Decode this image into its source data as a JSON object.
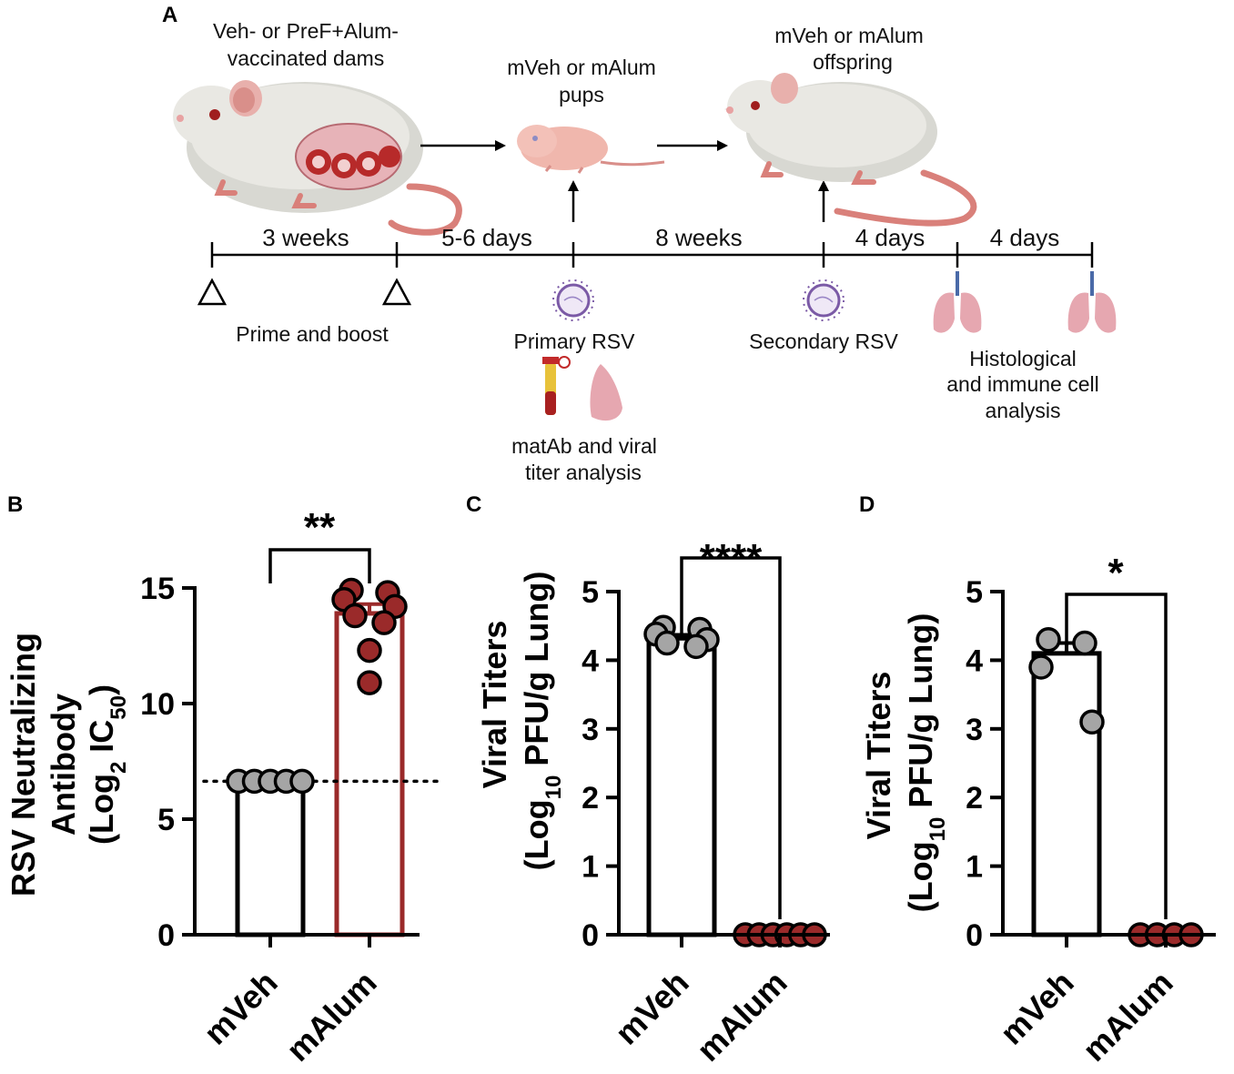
{
  "panel_labels": [
    "A",
    "B",
    "C",
    "D"
  ],
  "schematic": {
    "dams_label": [
      "Veh- or PreF+Alum-",
      "vaccinated dams"
    ],
    "pups_label": [
      "mVeh or mAlum",
      "pups"
    ],
    "offspring_label": [
      "mVeh or mAlum",
      "offspring"
    ],
    "intervals": [
      "3 weeks",
      "5-6 days",
      "8 weeks",
      "4 days",
      "4 days"
    ],
    "prime_boost": "Prime and boost",
    "primary_rsv": "Primary RSV",
    "secondary_rsv": "Secondary RSV",
    "histo": [
      "Histological",
      "and immune cell",
      "analysis"
    ],
    "matab": [
      "matAb and viral",
      "titer analysis"
    ],
    "icons": [
      "mouse-dam-icon",
      "pup-icon",
      "offspring-mouse-icon",
      "virus-icon",
      "lung-icon",
      "blood-tube-icon",
      "lung-lobe-icon",
      "triangle-marker-icon"
    ]
  },
  "colors": {
    "veh": "#a5a5a5",
    "alum": "#9a2a2a",
    "black": "#000000"
  },
  "chart_data": [
    {
      "type": "bar",
      "ylabel": [
        "RSV Neutralizing",
        "Antibody",
        "(Log",
        "2",
        " IC",
        "50",
        ")"
      ],
      "categories": [
        "mVeh",
        "mAlum"
      ],
      "values": [
        6.64,
        13.9
      ],
      "errors": [
        0,
        0.4
      ],
      "points": [
        [
          6.64,
          6.64,
          6.64,
          6.64,
          6.64
        ],
        [
          14.9,
          14.8,
          14.5,
          14.2,
          13.8,
          13.5,
          12.3,
          10.9
        ]
      ],
      "ylim": [
        0,
        15
      ],
      "yticks": [
        0,
        5,
        10,
        15
      ],
      "reference_line": 6.64,
      "significance": "**"
    },
    {
      "type": "bar",
      "ylabel": [
        "Viral Titers",
        "(Log",
        "10",
        " PFU/g Lung)"
      ],
      "categories": [
        "mVeh",
        "mAlum"
      ],
      "values": [
        4.32,
        0
      ],
      "errors": [
        0.05,
        0
      ],
      "points": [
        [
          4.48,
          4.45,
          4.38,
          4.3,
          4.25,
          4.2
        ],
        [
          0,
          0,
          0,
          0,
          0,
          0
        ]
      ],
      "ylim": [
        0,
        5
      ],
      "yticks": [
        0,
        1,
        2,
        3,
        4,
        5
      ],
      "significance": "****"
    },
    {
      "type": "bar",
      "ylabel": [
        "Viral Titers",
        "(Log",
        "10",
        " PFU/g Lung)"
      ],
      "categories": [
        "mVeh",
        "mAlum"
      ],
      "values": [
        4.1,
        0
      ],
      "errors": [
        0.15,
        0
      ],
      "points": [
        [
          4.3,
          4.25,
          3.9,
          3.1
        ],
        [
          0,
          0,
          0,
          0
        ]
      ],
      "ylim": [
        0,
        5
      ],
      "yticks": [
        0,
        1,
        2,
        3,
        4,
        5
      ],
      "significance": "*"
    }
  ]
}
